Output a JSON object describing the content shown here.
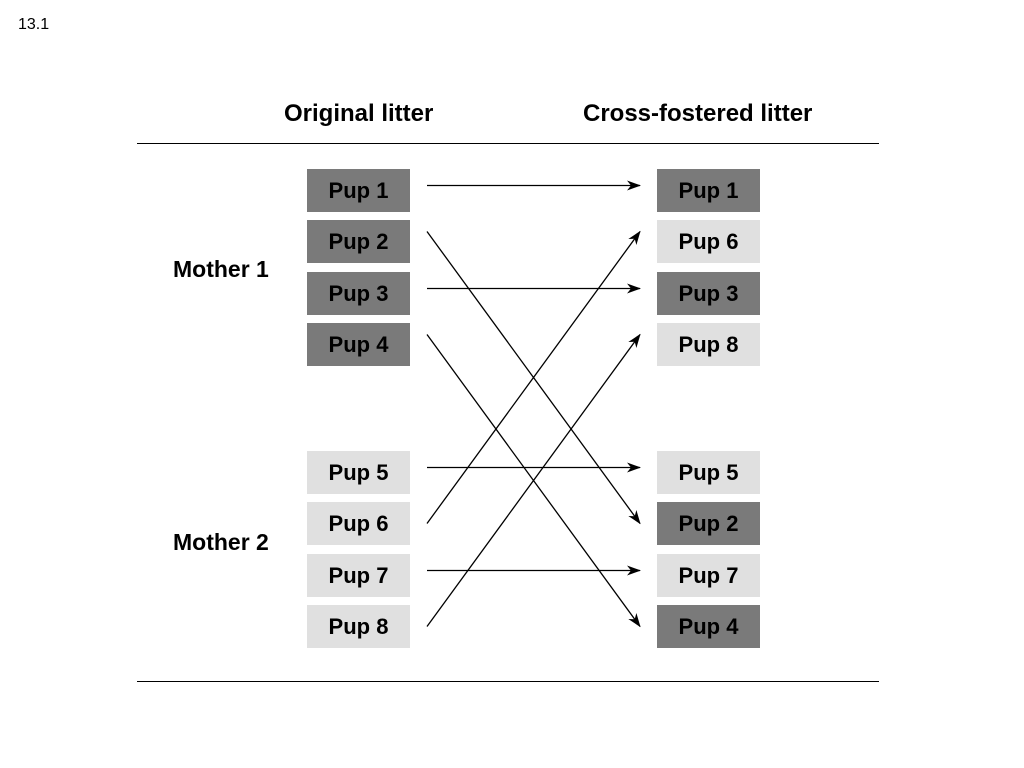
{
  "figure_number": "13.1",
  "headers": {
    "original": "Original litter",
    "cross": "Cross-fostered litter"
  },
  "mothers": [
    "Mother 1",
    "Mother 2"
  ],
  "colors": {
    "mother1_pup": "#7a7a7a",
    "mother2_pup": "#e0e0e0",
    "arrow": "#000000"
  },
  "original_litter": [
    {
      "label": "Pup 1",
      "mother": 1
    },
    {
      "label": "Pup 2",
      "mother": 1
    },
    {
      "label": "Pup 3",
      "mother": 1
    },
    {
      "label": "Pup 4",
      "mother": 1
    },
    {
      "label": "Pup 5",
      "mother": 2
    },
    {
      "label": "Pup 6",
      "mother": 2
    },
    {
      "label": "Pup 7",
      "mother": 2
    },
    {
      "label": "Pup 8",
      "mother": 2
    }
  ],
  "cross_fostered_litter": [
    {
      "label": "Pup 1",
      "mother": 1
    },
    {
      "label": "Pup 6",
      "mother": 2
    },
    {
      "label": "Pup 3",
      "mother": 1
    },
    {
      "label": "Pup 8",
      "mother": 2
    },
    {
      "label": "Pup 5",
      "mother": 2
    },
    {
      "label": "Pup 2",
      "mother": 1
    },
    {
      "label": "Pup 7",
      "mother": 2
    },
    {
      "label": "Pup 4",
      "mother": 1
    }
  ],
  "mapping": [
    {
      "from": "Pup 1",
      "to": "Pup 1"
    },
    {
      "from": "Pup 2",
      "to": "Pup 2"
    },
    {
      "from": "Pup 3",
      "to": "Pup 3"
    },
    {
      "from": "Pup 4",
      "to": "Pup 4"
    },
    {
      "from": "Pup 5",
      "to": "Pup 5"
    },
    {
      "from": "Pup 6",
      "to": "Pup 6"
    },
    {
      "from": "Pup 7",
      "to": "Pup 7"
    },
    {
      "from": "Pup 8",
      "to": "Pup 8"
    }
  ]
}
